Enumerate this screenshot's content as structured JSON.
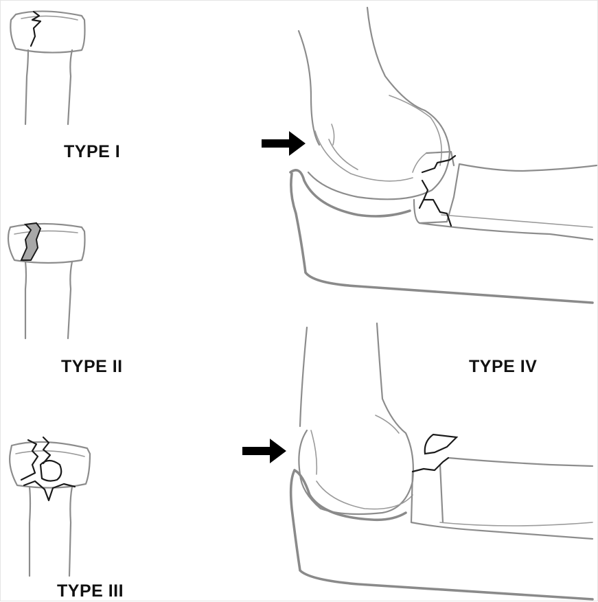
{
  "labels": {
    "type1": "TYPE I",
    "type2": "TYPE II",
    "type3": "TYPE III",
    "type4": "TYPE IV"
  },
  "colors": {
    "bone_outline": "#8c8c8c",
    "fracture_line": "#1a1a1a",
    "arrow": "#000000",
    "displaced_fill": "#a8a8a8"
  },
  "icons": [
    "arrow-right-icon",
    "arrow-right-icon"
  ]
}
